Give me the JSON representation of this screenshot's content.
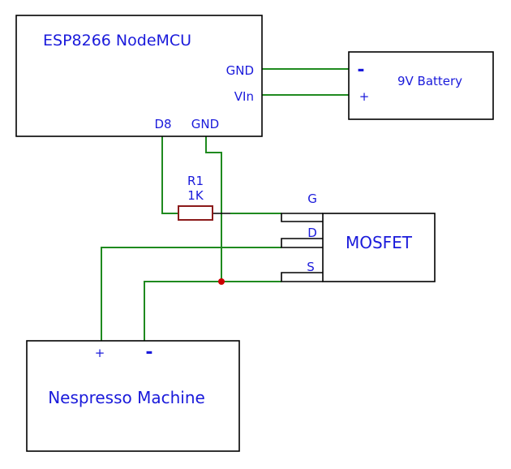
{
  "esp": {
    "title": "ESP8266 NodeMCU",
    "pin_gnd_right": "GND",
    "pin_vin": "VIn",
    "pin_d8": "D8",
    "pin_gnd_bottom": "GND"
  },
  "battery": {
    "label": "9V Battery",
    "minus": "-",
    "plus": "+"
  },
  "resistor": {
    "name": "R1",
    "value": "1K"
  },
  "mosfet": {
    "label": "MOSFET",
    "pin_g": "G",
    "pin_d": "D",
    "pin_s": "S"
  },
  "machine": {
    "label": "Nespresso Machine",
    "plus": "+",
    "minus": "-"
  },
  "colors": {
    "wire": "#1f8a1f",
    "label": "#1a1adb",
    "resistor": "#8b1a1a",
    "junction": "#cc0000"
  }
}
